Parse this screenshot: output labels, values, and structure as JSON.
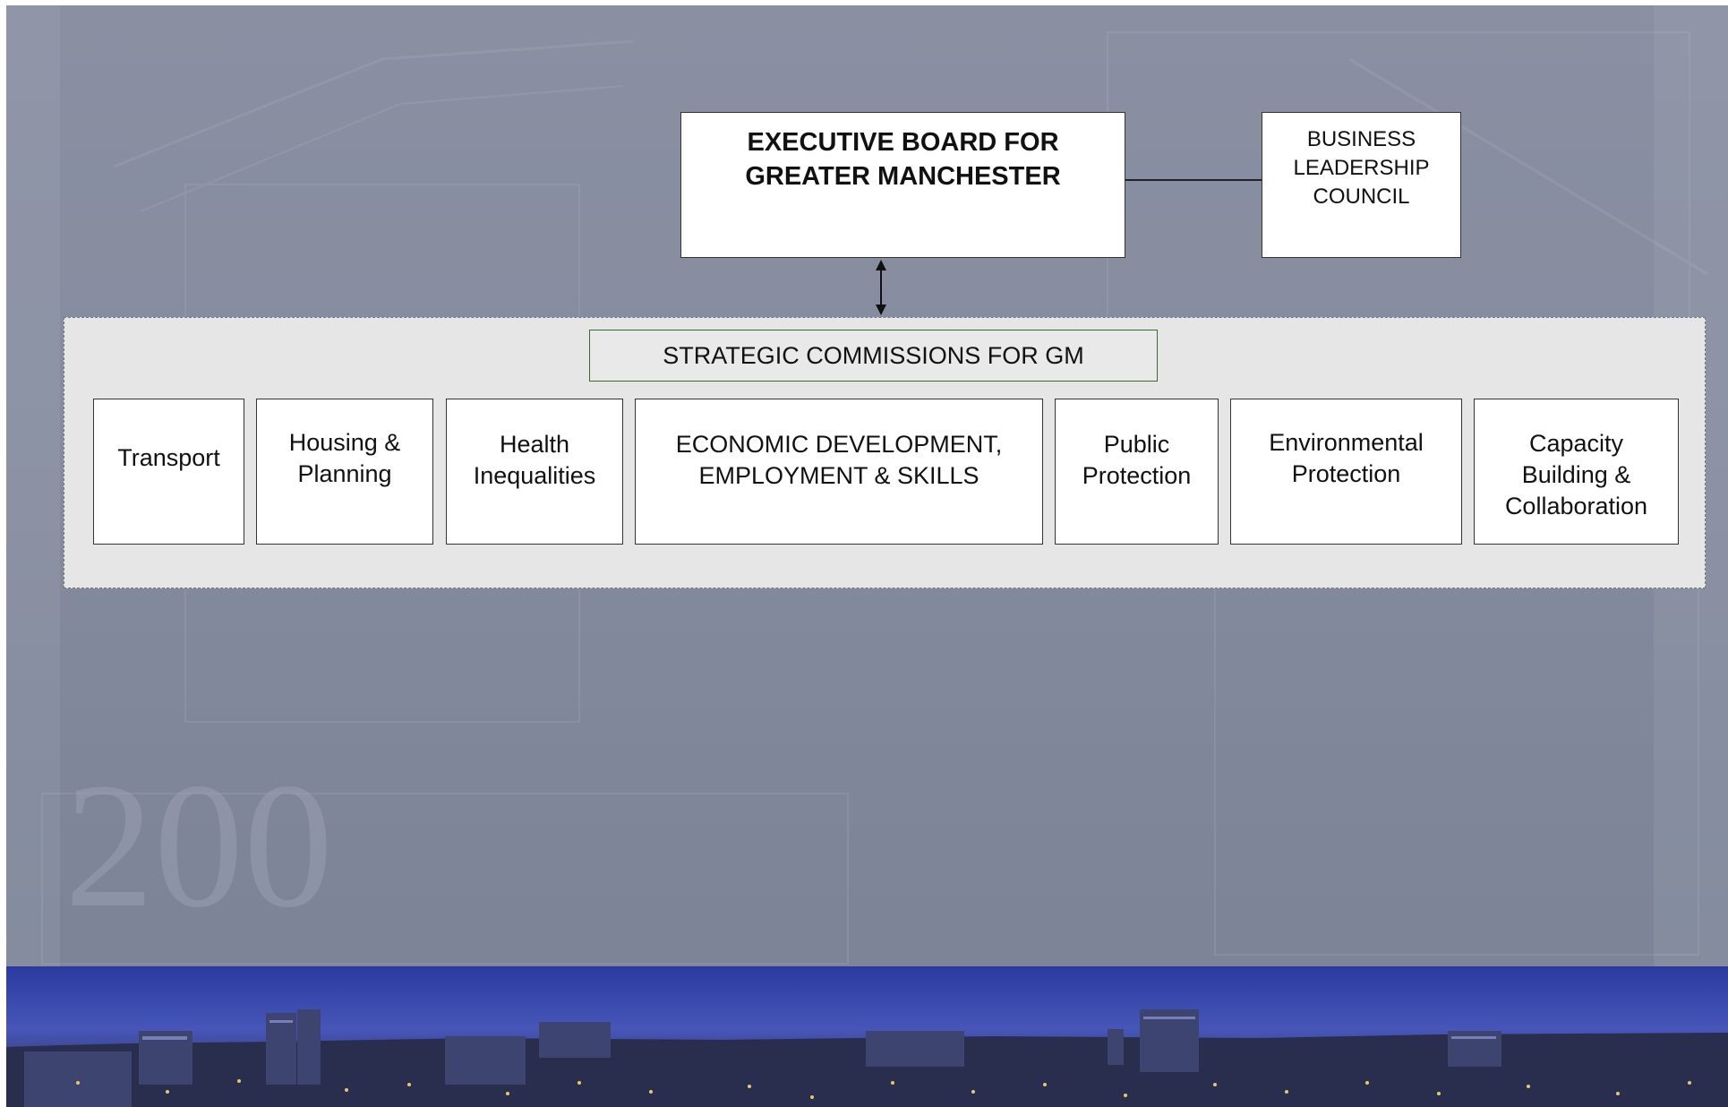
{
  "executive_board": {
    "line1": "EXECUTIVE BOARD FOR",
    "line2": "GREATER MANCHESTER"
  },
  "business_council": {
    "line1": "BUSINESS",
    "line2": "LEADERSHIP",
    "line3": "COUNCIL"
  },
  "commissions": {
    "title": "STRATEGIC COMMISSIONS FOR GM",
    "items": [
      {
        "line1": "Transport",
        "line2": "",
        "line3": ""
      },
      {
        "line1": "Housing &",
        "line2": "Planning",
        "line3": ""
      },
      {
        "line1": "Health",
        "line2": "Inequalities",
        "line3": ""
      },
      {
        "line1": "ECONOMIC DEVELOPMENT,",
        "line2": "EMPLOYMENT & SKILLS",
        "line3": ""
      },
      {
        "line1": "Public",
        "line2": "Protection",
        "line3": ""
      },
      {
        "line1": "Environmental",
        "line2": "Protection",
        "line3": ""
      },
      {
        "line1": "Capacity",
        "line2": "Building &",
        "line3": "Collaboration"
      }
    ]
  },
  "watermark_text": "200"
}
